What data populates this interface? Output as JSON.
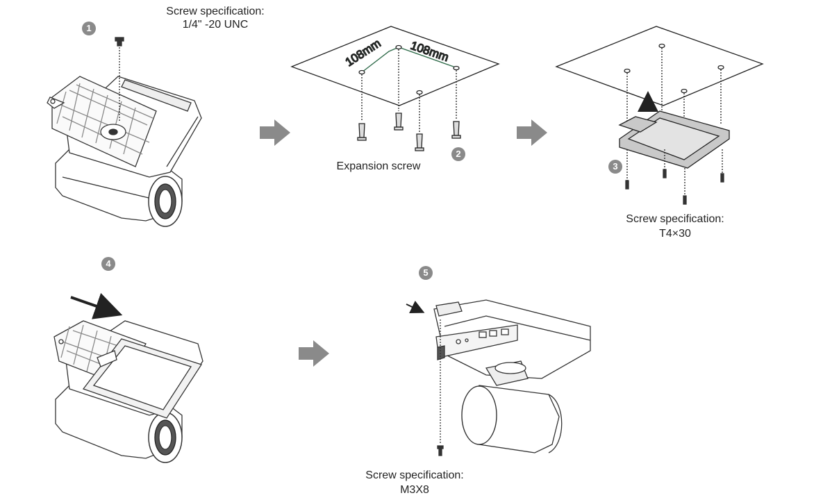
{
  "steps": [
    {
      "badge": "1",
      "label_line1": "Screw specification:",
      "label_line2": "1/4\" -20 UNC"
    },
    {
      "badge": "2",
      "label_line1": "Expansion screw"
    },
    {
      "badge": "3",
      "label_line1": "Screw specification:",
      "label_line2": "T4×30"
    },
    {
      "badge": "4"
    },
    {
      "badge": "5",
      "label_line1": "Screw specification:",
      "label_line2": "M3X8"
    }
  ],
  "dimensions": {
    "left": "108mm",
    "right": "108mm"
  },
  "colors": {
    "dimension_line": "#2f6b4a",
    "step_badge": "#8a8a8a",
    "next_arrow": "#8a8a8a",
    "bracket_fill": "#c9c9c9"
  }
}
